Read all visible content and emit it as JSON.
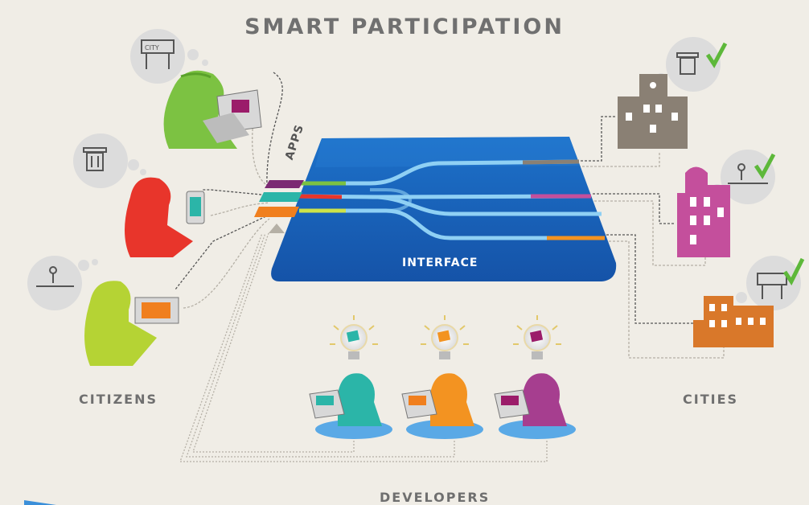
{
  "title": "SMART PARTICIPATION",
  "groups": {
    "citizens": "CITIZENS",
    "cities": "CITIES",
    "developers": "DEVELOPERS"
  },
  "platform": {
    "interface_label": "INTERFACE",
    "apps_label": "APPS"
  },
  "icon_labels": {
    "city_sign": "CITY"
  },
  "colors": {
    "background": "#f0ede6",
    "interface_blue": "#1a5fb4",
    "citizen_green": "#7cc242",
    "citizen_red": "#e8352b",
    "citizen_lime": "#b5d334",
    "developer_teal": "#2bb5a8",
    "developer_orange": "#f39321",
    "developer_purple": "#a63e8f",
    "city_gray": "#8a8074",
    "city_pink": "#c44f9c",
    "city_orange": "#d9782a",
    "check_green": "#5db83a"
  }
}
